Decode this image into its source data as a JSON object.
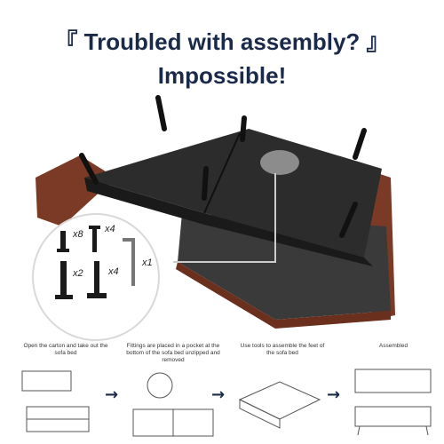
{
  "headline": {
    "line1": "『 Troubled with assembly? 』",
    "line2": "Impossible!"
  },
  "colors": {
    "navy": "#1b2a4a",
    "board": "#2c2c2c",
    "wood": "#7a3a26",
    "leg": "#1a1a1a"
  },
  "parts": {
    "leg_qty": "x8",
    "bolt_qty": "x4",
    "wrench_qty": "x1",
    "long_leg_qty": "x2",
    "plate_qty": "x4"
  },
  "steps": [
    {
      "label": "Open the carton and take out the sofa bed"
    },
    {
      "label": "Fittings are placed in a pocket at the bottom of the sofa bed unzipped and removed"
    },
    {
      "label": "Use tools to assemble the feet of the sofa bed"
    },
    {
      "label": "Assembled"
    }
  ],
  "icons": {
    "arrow": "right-arrow-icon"
  }
}
